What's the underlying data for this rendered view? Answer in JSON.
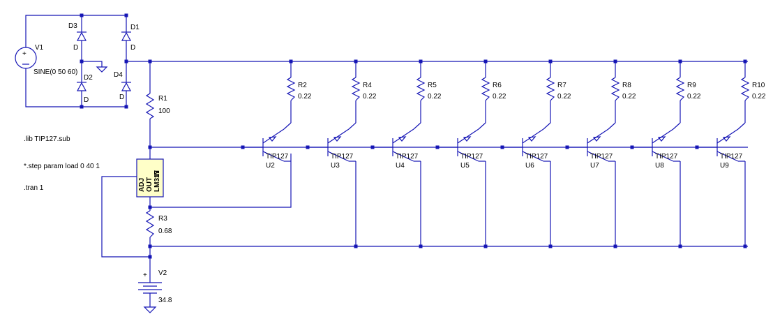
{
  "colors": {
    "wire": "#1515b5",
    "text": "#000000",
    "ic_fill": "#ffffc8",
    "background": "#ffffff"
  },
  "sources": {
    "v1": {
      "name": "V1",
      "value": "SINE(0 50 60)"
    },
    "v2": {
      "name": "V2",
      "value": "34.8"
    }
  },
  "diodes": [
    {
      "name": "D3",
      "model": "D"
    },
    {
      "name": "D1",
      "model": "D"
    },
    {
      "name": "D2",
      "model": "D"
    },
    {
      "name": "D4",
      "model": "D"
    }
  ],
  "resistors": {
    "r1": {
      "name": "R1",
      "value": "100"
    },
    "r3": {
      "name": "R3",
      "value": "0.68"
    },
    "emitter": [
      {
        "name": "R2",
        "value": "0.22"
      },
      {
        "name": "R4",
        "value": "0.22"
      },
      {
        "name": "R5",
        "value": "0.22"
      },
      {
        "name": "R6",
        "value": "0.22"
      },
      {
        "name": "R7",
        "value": "0.22"
      },
      {
        "name": "R8",
        "value": "0.22"
      },
      {
        "name": "R9",
        "value": "0.22"
      },
      {
        "name": "R10",
        "value": "0.22"
      }
    ]
  },
  "transistors": [
    {
      "name": "U2",
      "model": "TIP127"
    },
    {
      "name": "U3",
      "model": "TIP127"
    },
    {
      "name": "U4",
      "model": "TIP127"
    },
    {
      "name": "U5",
      "model": "TIP127"
    },
    {
      "name": "U6",
      "model": "TIP127"
    },
    {
      "name": "U7",
      "model": "TIP127"
    },
    {
      "name": "U8",
      "model": "TIP127"
    },
    {
      "name": "U9",
      "model": "TIP127"
    }
  ],
  "regulator": {
    "name": "LM317",
    "pins": [
      "ADJ",
      "OUT",
      "IN"
    ]
  },
  "directives": [
    ".lib TIP127.sub",
    "*.step param load 0 40 1",
    ".tran 1"
  ]
}
